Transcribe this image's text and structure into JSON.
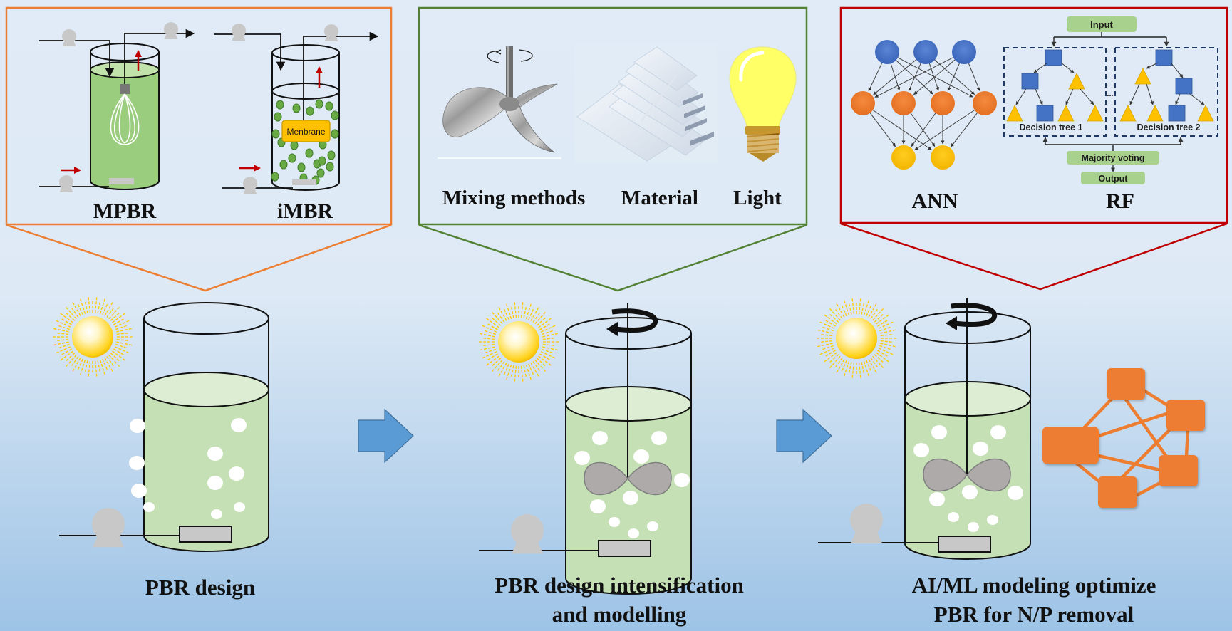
{
  "panels": {
    "reactor_types": {
      "border_color": "#ED7D31",
      "items": [
        {
          "label": "MPBR",
          "parts": [
            "peristaltic-pump-inlet",
            "peristaltic-pump-outlet",
            "peristaltic-pump-air",
            "hollow-fiber-membrane",
            "sparger"
          ]
        },
        {
          "label": "iMBR",
          "parts": [
            "peristaltic-pump-inlet",
            "peristaltic-pump-outlet",
            "peristaltic-pump-air",
            "membrane-module",
            "immobilized-algae-beads",
            "sparger"
          ],
          "membrane_label": "Menbrane"
        }
      ]
    },
    "intensification": {
      "border_color": "#548235",
      "items": [
        {
          "label": "Mixing methods",
          "icon": "propeller-icon"
        },
        {
          "label": "Material",
          "icon": "acrylic-sheets-icon"
        },
        {
          "label": "Light",
          "icon": "light-bulb-icon"
        }
      ]
    },
    "ai_models": {
      "border_color": "#C00000",
      "ann": {
        "label": "ANN",
        "layers": [
          3,
          4,
          2
        ],
        "layer_colors": [
          "#4472C4",
          "#ED7D31",
          "#FFC000"
        ]
      },
      "rf": {
        "label": "RF",
        "input_label": "Input",
        "trees": [
          "Decision tree 1",
          "Decision tree 2"
        ],
        "ellipsis": "...",
        "voting_label": "Majority voting",
        "output_label": "Output"
      }
    }
  },
  "stages": [
    {
      "caption_lines": [
        "PBR design"
      ],
      "has_impeller": false,
      "has_network": false
    },
    {
      "caption_lines": [
        "PBR design intensification",
        "and modelling"
      ],
      "has_impeller": true,
      "has_network": false
    },
    {
      "caption_lines": [
        "AI/ML modeling optimize",
        "PBR for N/P removal"
      ],
      "has_impeller": true,
      "has_network": true
    }
  ],
  "colors": {
    "background_top": "#E0EBF7",
    "background_bottom": "#9DC3E6",
    "flow_arrow": "#5B9BD5",
    "liquid": "#C5E0B4",
    "liquid_surface": "#DCEDD3",
    "mpbr_liquid": "#9ACD7E",
    "network_node": "#ED7D31",
    "rf_box": "#A9D18E",
    "pump": "#C8C8C8",
    "flow_indicator": "#C00000"
  }
}
